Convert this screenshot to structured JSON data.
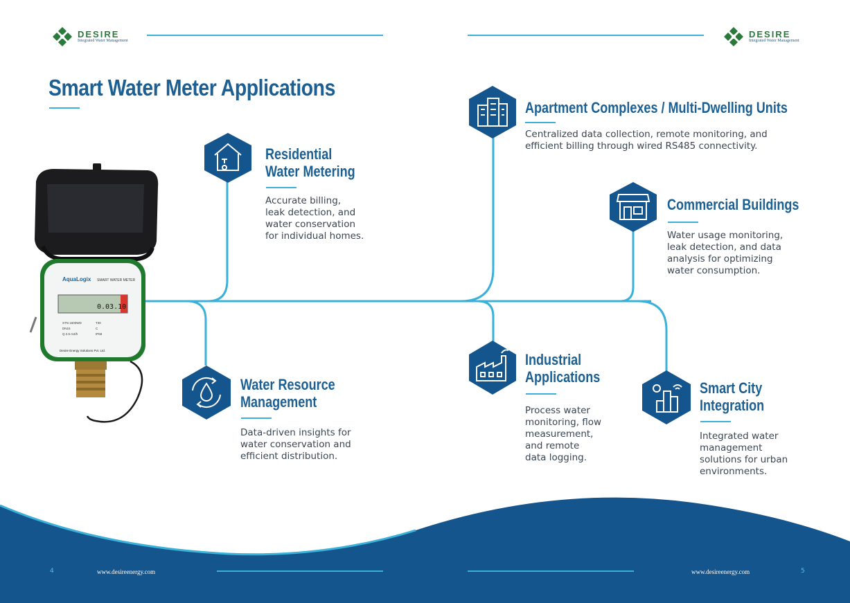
{
  "brand": {
    "name": "DESIRE",
    "tagline": "Integrated Water Management"
  },
  "page": {
    "title": "Smart Water Meter Applications"
  },
  "meter": {
    "logo": "AquaLogix",
    "label": "SMART WATER METER",
    "display": "0.03.10",
    "maker": "Desire Energy Solutions Pvt. Ltd."
  },
  "applications": [
    {
      "heading_1": "Residential",
      "heading_2": "Water Metering",
      "icon": "house-tap-icon",
      "desc": [
        "Accurate billing,",
        "leak detection, and",
        "water conservation",
        "for individual homes."
      ]
    },
    {
      "heading_1": "Apartment Complexes / Multi-Dwelling Units",
      "icon": "buildings-icon",
      "desc": [
        "Centralized data collection, remote monitoring, and",
        "efficient billing through wired RS485 connectivity."
      ]
    },
    {
      "heading_1": "Commercial Buildings",
      "icon": "storefront-icon",
      "desc": [
        "Water usage monitoring,",
        "leak detection, and data",
        "analysis for optimizing",
        "water consumption."
      ]
    },
    {
      "heading_1": "Water Resource",
      "heading_2": "Management",
      "icon": "water-cycle-icon",
      "desc": [
        "Data-driven insights for",
        "water conservation and",
        "efficient distribution."
      ]
    },
    {
      "heading_1": "Industrial",
      "heading_2": "Applications",
      "icon": "factory-icon",
      "desc": [
        "Process water",
        "monitoring, flow",
        "measurement,",
        "and remote",
        "data logging."
      ]
    },
    {
      "heading_1": "Smart City",
      "heading_2": "Integration",
      "icon": "smart-city-icon",
      "desc": [
        "Integrated water",
        "management",
        "solutions for urban",
        "environments."
      ]
    }
  ],
  "footer": {
    "left_page": "4",
    "right_page": "5",
    "url_left": "www.desireenergy.com",
    "url_right": "www.desireenergy.com"
  },
  "colors": {
    "navy": "#1b5f93",
    "accent": "#3bb0d8",
    "wave": "#15558d",
    "brand_green": "#2a7a3b"
  }
}
